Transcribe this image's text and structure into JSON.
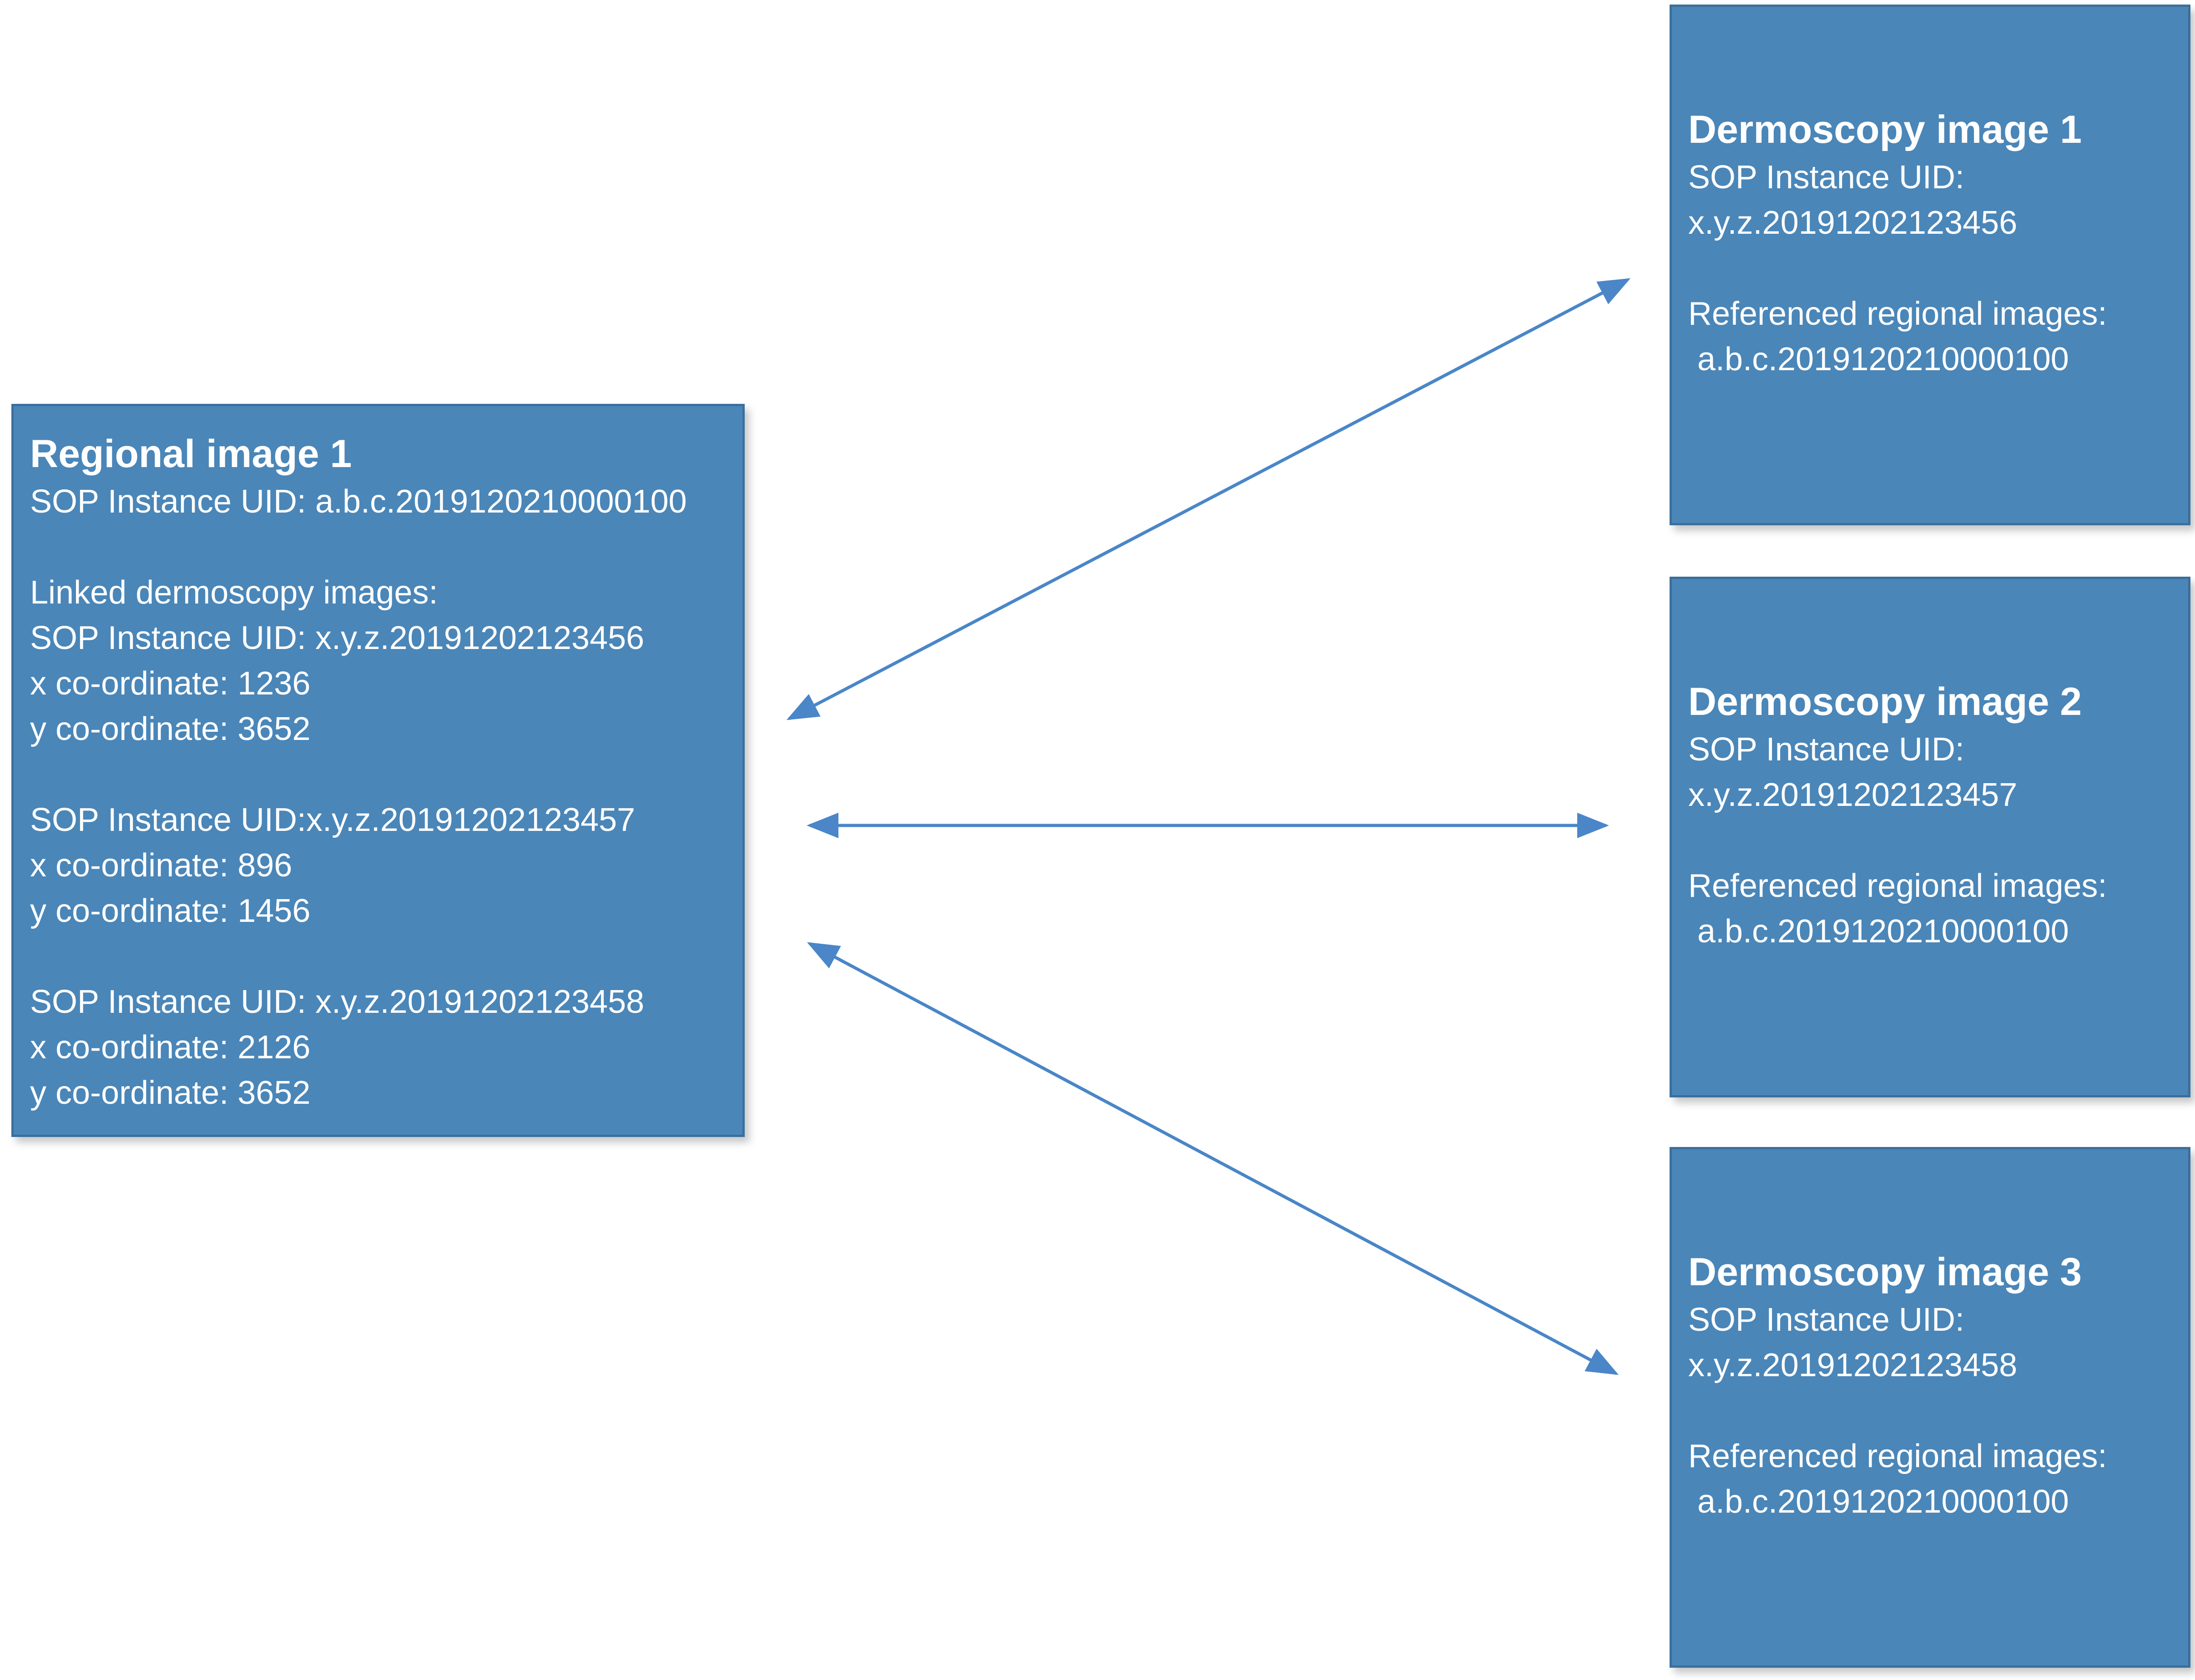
{
  "regional_box": {
    "title": "Regional image 1",
    "sop_uid": "SOP Instance UID: a.b.c.2019120210000100",
    "linked_header": "Linked dermoscopy images:",
    "links": [
      {
        "sop_uid": "SOP Instance UID: x.y.z.20191202123456",
        "x_coord": "x co-ordinate: 1236",
        "y_coord": "y co-ordinate: 3652"
      },
      {
        "sop_uid": "SOP Instance UID:x.y.z.20191202123457",
        "x_coord": "x co-ordinate: 896",
        "y_coord": "y co-ordinate: 1456"
      },
      {
        "sop_uid": "SOP Instance UID: x.y.z.20191202123458",
        "x_coord": "x co-ordinate: 2126",
        "y_coord": "y co-ordinate: 3652"
      }
    ]
  },
  "dermoscopy_boxes": [
    {
      "title": "Dermoscopy image 1",
      "uid_label": "SOP Instance UID:",
      "uid_value": "x.y.z.20191202123456",
      "ref_label": "Referenced regional images:",
      "ref_value": "a.b.c.2019120210000100"
    },
    {
      "title": "Dermoscopy image 2",
      "uid_label": "SOP Instance UID:",
      "uid_value": "x.y.z.20191202123457",
      "ref_label": "Referenced regional images:",
      "ref_value": "a.b.c.2019120210000100"
    },
    {
      "title": "Dermoscopy image 3",
      "uid_label": "SOP Instance UID:",
      "uid_value": "x.y.z.20191202123458",
      "ref_label": "Referenced regional images:",
      "ref_value": "a.b.c.2019120210000100"
    }
  ],
  "colors": {
    "box_fill": "#4a86b8",
    "box_border": "#3b6f9c",
    "box_text": "#ffffff",
    "arrow": "#4a86c8"
  }
}
